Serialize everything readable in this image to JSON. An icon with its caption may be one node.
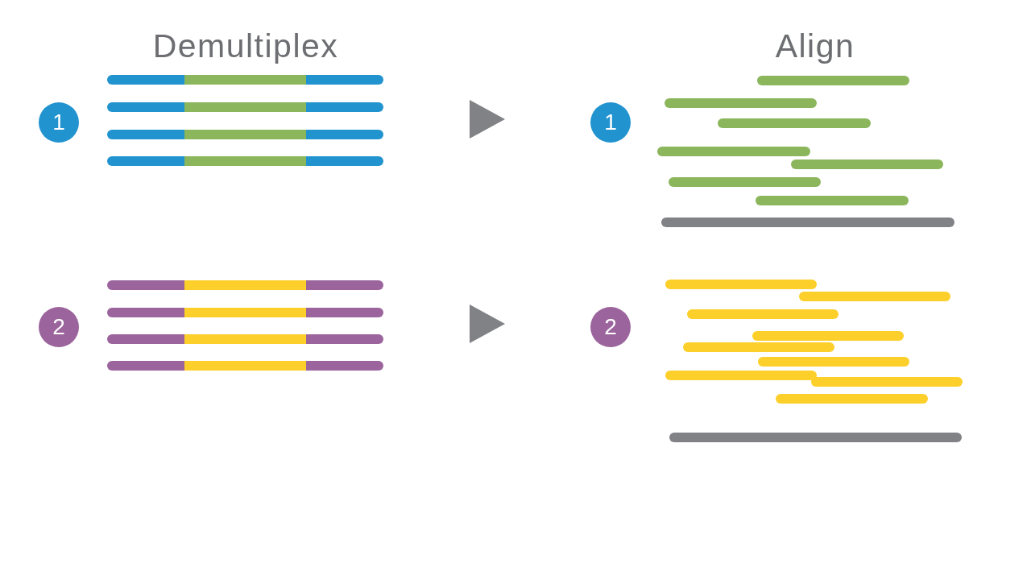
{
  "diagram": {
    "nodes": [
      {
        "text": [
          "1"
        ]
      },
      {
        "text": [
          "1"
        ]
      },
      {
        "text": [
          "2"
        ]
      },
      {
        "text": [
          "2"
        ]
      }
    ],
    "labels": [
      "Demultiplex",
      "Align"
    ]
  }
}
